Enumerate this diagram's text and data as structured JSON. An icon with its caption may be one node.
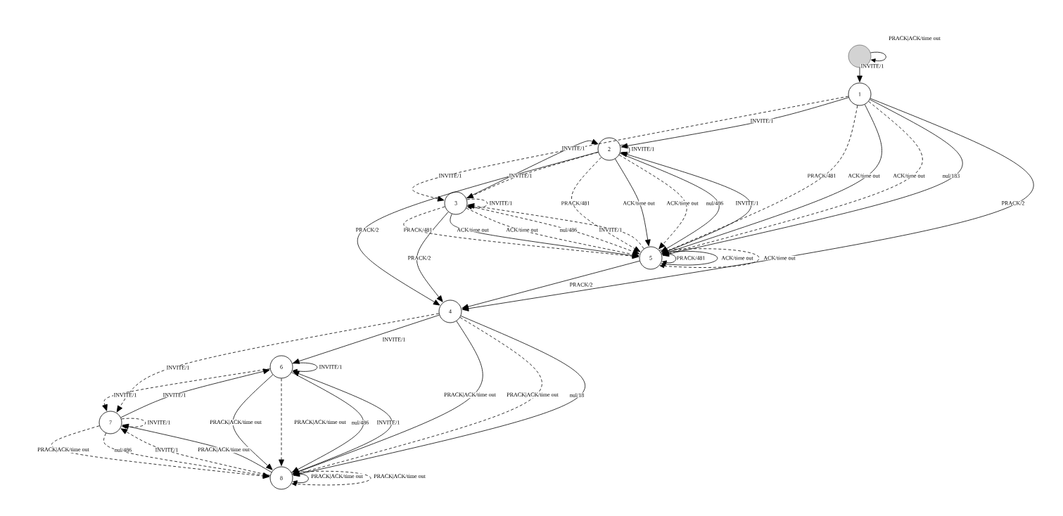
{
  "diagram": {
    "nodes": [
      {
        "text": [],
        "shape": "circle"
      },
      {
        "text": [
          "1"
        ]
      },
      {
        "text": [
          "2"
        ]
      },
      {
        "text": [
          "3"
        ]
      },
      {
        "text": [
          "5"
        ]
      },
      {
        "text": [
          "4"
        ]
      },
      {
        "text": [
          "6"
        ]
      },
      {
        "text": [
          "7"
        ]
      },
      {
        "text": [
          "8"
        ]
      }
    ],
    "edges": [
      {
        "from": 0,
        "to": 0,
        "arrow": "to",
        "label": "PRACK|ACK/time out"
      },
      {
        "from": 0,
        "to": 1,
        "arrow": "to",
        "label": "INVITE/1"
      },
      {
        "from": 1,
        "to": 2,
        "arrow": "to",
        "label": "INVITE/1"
      },
      {
        "from": 1,
        "to": 3,
        "arrow": "to",
        "label": "INVITE/1",
        "style": "dashed"
      },
      {
        "from": 2,
        "to": 3,
        "arrow": "to",
        "label": "INVITE/1",
        "style": "dashed"
      },
      {
        "from": 3,
        "to": 2,
        "arrow": "to",
        "label": "INVITE/1"
      },
      {
        "from": 2,
        "to": 2,
        "arrow": "to",
        "label": "INVITE/1"
      },
      {
        "from": 3,
        "to": 3,
        "arrow": "to",
        "label": "INVITE/1",
        "style": "dashed"
      },
      {
        "from": 1,
        "to": 4,
        "arrow": "to",
        "label": "PRACK/481",
        "style": "dashed"
      },
      {
        "from": 1,
        "to": 4,
        "arrow": "to",
        "label": "ACK/time out"
      },
      {
        "from": 1,
        "to": 4,
        "arrow": "to",
        "label": "ACK/time out",
        "style": "dashed"
      },
      {
        "from": 1,
        "to": 4,
        "arrow": "to",
        "label": "nul/183"
      },
      {
        "from": 1,
        "to": 5,
        "arrow": "to",
        "label": "PRACK/2"
      },
      {
        "from": 2,
        "to": 4,
        "arrow": "to",
        "label": "PRACK/481",
        "style": "dashed"
      },
      {
        "from": 2,
        "to": 4,
        "arrow": "to",
        "label": "ACK/time out"
      },
      {
        "from": 2,
        "to": 4,
        "arrow": "to",
        "label": "ACK/time out",
        "style": "dashed"
      },
      {
        "from": 2,
        "to": 4,
        "arrow": "to",
        "label": "nul/486"
      },
      {
        "from": 4,
        "to": 2,
        "arrow": "to",
        "label": "INVITE/1"
      },
      {
        "from": 2,
        "to": 5,
        "arrow": "to",
        "label": "PRACK/2"
      },
      {
        "from": 3,
        "to": 4,
        "arrow": "to",
        "label": "PRACK/481",
        "style": "dashed"
      },
      {
        "from": 3,
        "to": 4,
        "arrow": "to",
        "label": "ACK/time out"
      },
      {
        "from": 3,
        "to": 4,
        "arrow": "to",
        "label": "ACK/time out",
        "style": "dashed"
      },
      {
        "from": 3,
        "to": 4,
        "arrow": "to",
        "label": "nul/486",
        "style": "dashed"
      },
      {
        "from": 4,
        "to": 3,
        "arrow": "to",
        "label": "INVITE/1",
        "style": "dashed"
      },
      {
        "from": 3,
        "to": 5,
        "arrow": "to",
        "label": "PRACK/2"
      },
      {
        "from": 4,
        "to": 4,
        "arrow": "to",
        "label": "PRACK/481"
      },
      {
        "from": 4,
        "to": 4,
        "arrow": "to",
        "label": "ACK/time out"
      },
      {
        "from": 4,
        "to": 4,
        "arrow": "to",
        "label": "ACK/time out",
        "style": "dashed"
      },
      {
        "from": 4,
        "to": 5,
        "arrow": "to",
        "label": "PRACK/2"
      },
      {
        "from": 5,
        "to": 7,
        "arrow": "to",
        "label": "INVITE/1",
        "style": "dashed"
      },
      {
        "from": 6,
        "to": 7,
        "arrow": "to",
        "label": "INVITE/1",
        "style": "dashed"
      },
      {
        "from": 7,
        "to": 6,
        "arrow": "to",
        "label": "INVITE/1"
      },
      {
        "from": 5,
        "to": 6,
        "arrow": "to",
        "label": "INVITE/1"
      },
      {
        "from": 6,
        "to": 6,
        "arrow": "to",
        "label": "INVITE/1"
      },
      {
        "from": 7,
        "to": 7,
        "arrow": "to",
        "label": "INVITE/1",
        "style": "dashed"
      },
      {
        "from": 6,
        "to": 8,
        "arrow": "to",
        "label": "PRACK|ACK/time out"
      },
      {
        "from": 6,
        "to": 8,
        "arrow": "to",
        "label": "PRACK|ACK/time out",
        "style": "dashed"
      },
      {
        "from": 6,
        "to": 8,
        "arrow": "to",
        "label": "nul/486"
      },
      {
        "from": 8,
        "to": 6,
        "arrow": "to",
        "label": "INVITE/1"
      },
      {
        "from": 5,
        "to": 8,
        "arrow": "to",
        "label": "PRACK|ACK/time out"
      },
      {
        "from": 5,
        "to": 8,
        "arrow": "to",
        "label": "PRACK|ACK/time out",
        "style": "dashed"
      },
      {
        "from": 5,
        "to": 8,
        "arrow": "to",
        "label": "nul/18"
      },
      {
        "from": 7,
        "to": 8,
        "arrow": "to",
        "label": "PRACK|ACK/time out",
        "style": "dashed"
      },
      {
        "from": 7,
        "to": 8,
        "arrow": "to",
        "label": "nul/486",
        "style": "dashed"
      },
      {
        "from": 8,
        "to": 7,
        "arrow": "to",
        "label": "INVITE/1",
        "style": "dashed"
      },
      {
        "from": 8,
        "to": 7,
        "arrow": "to",
        "label": "PRACK|ACK/time out"
      },
      {
        "from": 8,
        "to": 8,
        "arrow": "to",
        "label": "PRACK|ACK/time out"
      },
      {
        "from": 8,
        "to": 8,
        "arrow": "to",
        "label": "PRACK|ACK/time out",
        "style": "dashed"
      }
    ]
  }
}
